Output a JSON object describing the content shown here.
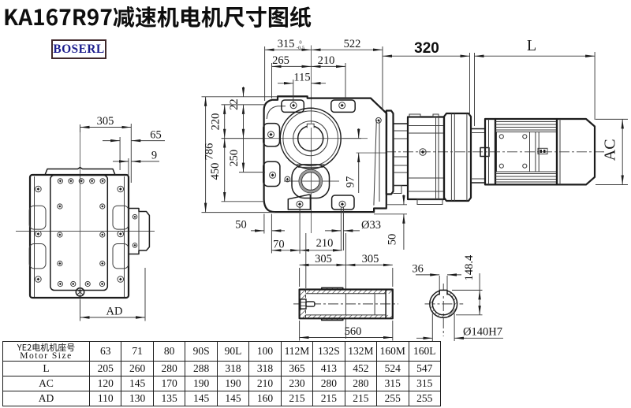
{
  "title": "KA167R97减速机电机尺寸图纸",
  "logo": {
    "text": "BOSERL"
  },
  "drawing": {
    "line_color": "#1c1c1c",
    "dims": {
      "side_305": "305",
      "side_65": "65",
      "side_9": "9",
      "side_AD": "AD",
      "front_315": "315",
      "front_315_tol_up": "0",
      "front_315_tol_dn": "-0.5",
      "front_522": "522",
      "front_265": "265",
      "front_210_top": "210",
      "front_115": "115",
      "front_22": "22",
      "front_220": "220",
      "front_250": "250",
      "front_450": "450",
      "front_786": "786",
      "front_97": "97",
      "front_50_left": "50",
      "front_70": "70",
      "front_210_bottom": "210",
      "front_hole": "Ø33",
      "right_50": "50",
      "right_320": "320",
      "right_L": "L",
      "right_AC": "AC",
      "shaft_305_left": "305",
      "shaft_305_right": "305",
      "shaft_560": "560",
      "bore_36": "36",
      "bore_148": "148.4",
      "bore_dia": "Ø140H7"
    }
  },
  "table": {
    "header_cn": "YE2电机机座号",
    "header_en": "Motor Size",
    "columns": [
      "63",
      "71",
      "80",
      "90S",
      "90L",
      "100",
      "112M",
      "132S",
      "132M",
      "160M",
      "160L"
    ],
    "rows": [
      {
        "label": "L",
        "values": [
          "205",
          "260",
          "280",
          "288",
          "318",
          "318",
          "365",
          "413",
          "452",
          "524",
          "547"
        ]
      },
      {
        "label": "AC",
        "values": [
          "120",
          "145",
          "170",
          "190",
          "190",
          "210",
          "230",
          "280",
          "280",
          "315",
          "315"
        ]
      },
      {
        "label": "AD",
        "values": [
          "110",
          "130",
          "135",
          "145",
          "145",
          "160",
          "215",
          "215",
          "215",
          "255",
          "255"
        ]
      }
    ]
  }
}
